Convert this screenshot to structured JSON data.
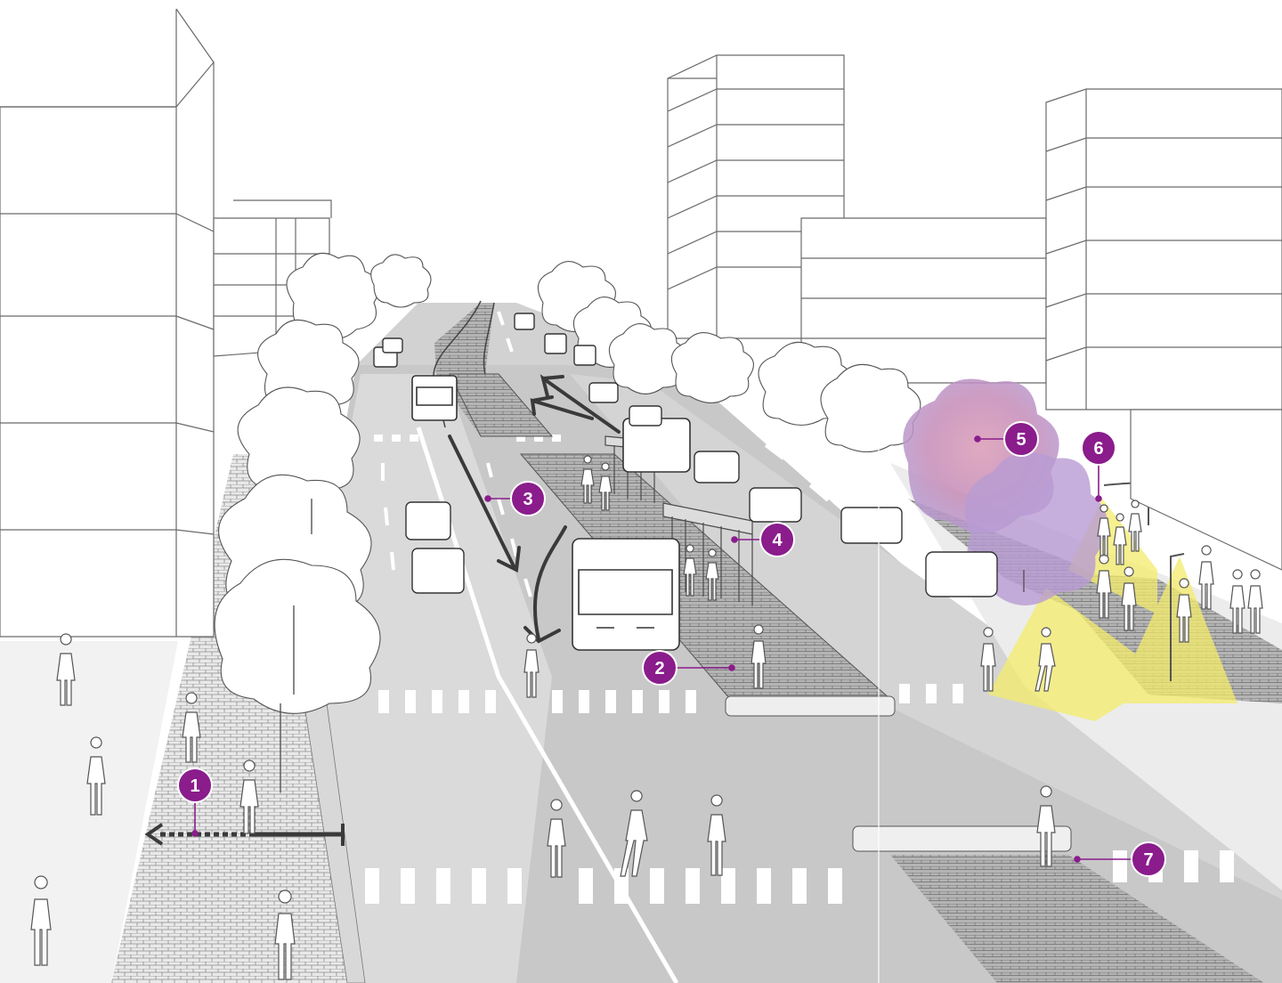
{
  "colors": {
    "marker_fill": "#8a1c8c",
    "marker_stroke": "#ffffff",
    "road": "#c6c6c6",
    "sidewalk": "#e6e6e6",
    "building_stroke": "#6b6b6b",
    "arrow": "#3a3a3a",
    "light_cone": "#f4ec6b",
    "tree_accent": "#c98aa8"
  },
  "markers": [
    {
      "id": "1",
      "label": "1"
    },
    {
      "id": "2",
      "label": "2"
    },
    {
      "id": "3",
      "label": "3"
    },
    {
      "id": "4",
      "label": "4"
    },
    {
      "id": "5",
      "label": "5"
    },
    {
      "id": "6",
      "label": "6"
    },
    {
      "id": "7",
      "label": "7"
    }
  ],
  "icons": [
    "pedestrian-figure-icon",
    "bus-icon",
    "car-icon",
    "tree-icon",
    "street-light-icon",
    "direction-arrow-icon"
  ]
}
